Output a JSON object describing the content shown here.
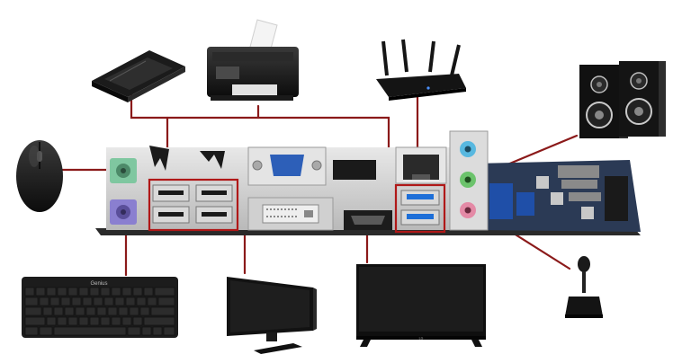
{
  "diagram": {
    "devices": [
      {
        "id": "scanner",
        "icon": "scanner-icon"
      },
      {
        "id": "printer",
        "icon": "printer-icon"
      },
      {
        "id": "router",
        "icon": "wifi-router-icon"
      },
      {
        "id": "speakers",
        "icon": "speakers-icon"
      },
      {
        "id": "mouse",
        "icon": "mouse-icon"
      },
      {
        "id": "keyboard",
        "icon": "keyboard-icon"
      },
      {
        "id": "dvi-monitor",
        "icon": "monitor-icon"
      },
      {
        "id": "hdmi-tv",
        "icon": "tv-icon"
      },
      {
        "id": "microphone",
        "icon": "microphone-icon"
      }
    ],
    "ports": [
      {
        "id": "ps2-mouse",
        "icon": "ps2-port-icon"
      },
      {
        "id": "ps2-keyboard",
        "icon": "ps2-port-icon"
      },
      {
        "id": "usb2",
        "icon": "usb-port-icon"
      },
      {
        "id": "vga",
        "icon": "vga-port-icon"
      },
      {
        "id": "dvi",
        "icon": "dvi-port-icon"
      },
      {
        "id": "hdmi",
        "icon": "hdmi-port-icon"
      },
      {
        "id": "ethernet",
        "icon": "ethernet-port-icon"
      },
      {
        "id": "usb3",
        "icon": "usb3-port-icon"
      },
      {
        "id": "audio",
        "icon": "audio-jack-icon"
      }
    ],
    "branding": {
      "keyboard_brand": "Genius",
      "tv_brand": "LG"
    },
    "colors": {
      "connector_line": "#8b1a1a",
      "port_highlight": "#b01818",
      "usb3_blue": "#1e6fd8",
      "ps2_green": "#7fc7a0",
      "ps2_purple": "#8a7fd0",
      "audio_blue": "#58b8e0",
      "audio_green": "#6cc36c",
      "audio_pink": "#e48aa6",
      "vga_blue": "#2d5fb8",
      "pcb_blue": "#1f4fa8"
    }
  }
}
